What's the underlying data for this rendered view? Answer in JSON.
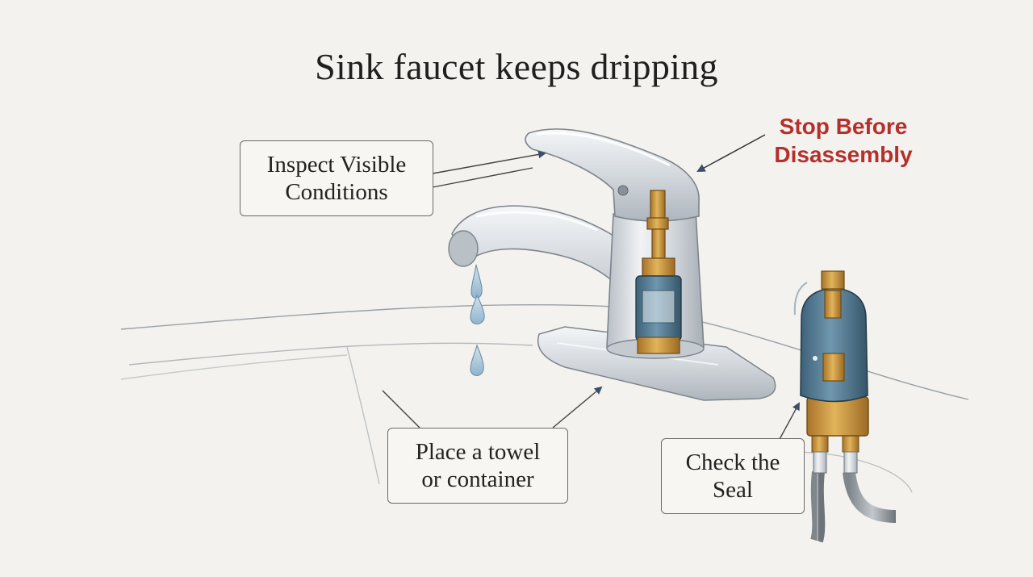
{
  "title": "Sink faucet keeps dripping",
  "callouts": {
    "inspect": [
      "Inspect Visible",
      "Conditions"
    ],
    "towel": [
      "Place a towel",
      "or container"
    ],
    "seal": [
      "Check the",
      "Seal"
    ]
  },
  "warning": [
    "Stop Before",
    "Disassembly"
  ],
  "colors": {
    "warning": "#b52f2b",
    "arrow": "#3a4f66",
    "brass": "#c8953a",
    "cartridge_blue": "#4f7790",
    "chrome": "#d9dde1",
    "water": "#aac6da"
  }
}
